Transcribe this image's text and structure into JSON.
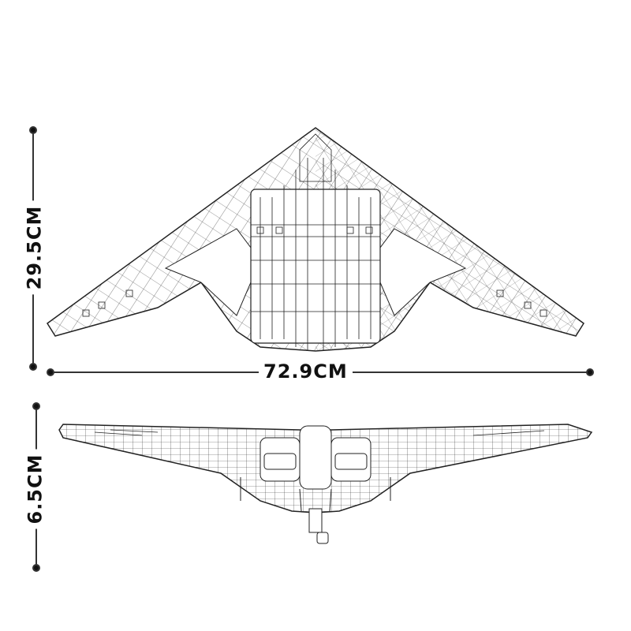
{
  "dimensions": {
    "height_top_view": "29.5CM",
    "width": "72.9CM",
    "height_front_view": "6.5CM"
  },
  "colors": {
    "line": "#222222",
    "dimension": "#333333",
    "background": "#ffffff"
  }
}
